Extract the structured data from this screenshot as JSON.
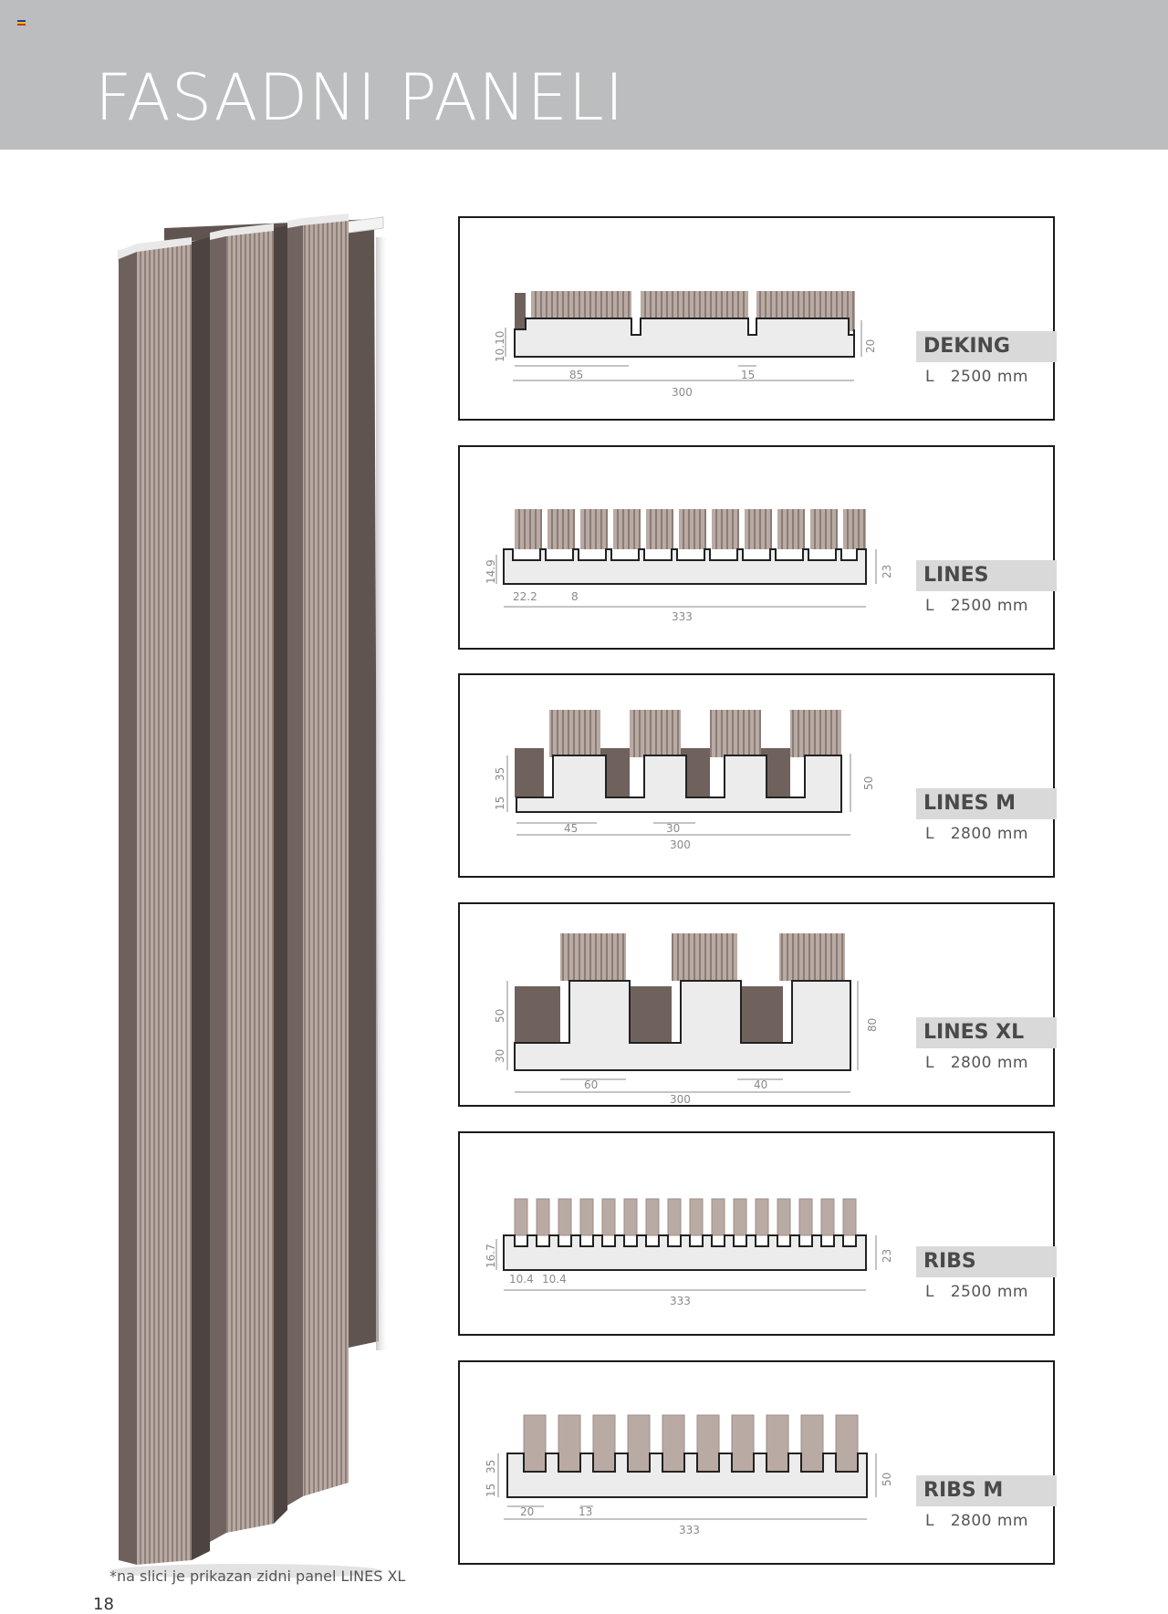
{
  "header": {
    "title": "FASADNI PANELI"
  },
  "footnote": "*na slici je prikazan zidni panel LINES XL",
  "page_number": "18",
  "colors": {
    "header_bg": "#bcbdbf",
    "panel_face": "#b9aba3",
    "panel_dark": "#6f625d",
    "core": "#ececec"
  },
  "products": [
    {
      "name": "DEKING",
      "length_prefix": "L",
      "length": "2500 mm",
      "dims": {
        "left_height": "10.10",
        "right_height": "20",
        "width_a": "85",
        "width_b": "15",
        "total": "300"
      }
    },
    {
      "name": "LINES",
      "length_prefix": "L",
      "length": "2500 mm",
      "dims": {
        "left_height": "14.9",
        "right_height": "23",
        "width_a": "22.2",
        "width_b": "8",
        "total": "333"
      }
    },
    {
      "name": "LINES M",
      "length_prefix": "L",
      "length": "2800 mm",
      "dims": {
        "left_height_top": "35",
        "left_height_bottom": "15",
        "right_height": "50",
        "width_a": "45",
        "width_b": "30",
        "total": "300"
      }
    },
    {
      "name": "LINES XL",
      "length_prefix": "L",
      "length": "2800 mm",
      "dims": {
        "left_height_top": "50",
        "left_height_bottom": "30",
        "right_height": "80",
        "width_a": "60",
        "width_b": "40",
        "total": "300"
      }
    },
    {
      "name": "RIBS",
      "length_prefix": "L",
      "length": "2500 mm",
      "dims": {
        "left_height": "16.7",
        "right_height": "23",
        "width_a": "10.4",
        "width_b": "10.4",
        "total": "333"
      }
    },
    {
      "name": "RIBS M",
      "length_prefix": "L",
      "length": "2800 mm",
      "dims": {
        "left_height_top": "35",
        "left_height_bottom": "15",
        "right_height": "50",
        "width_a": "20",
        "width_b": "13",
        "total": "333"
      }
    }
  ]
}
